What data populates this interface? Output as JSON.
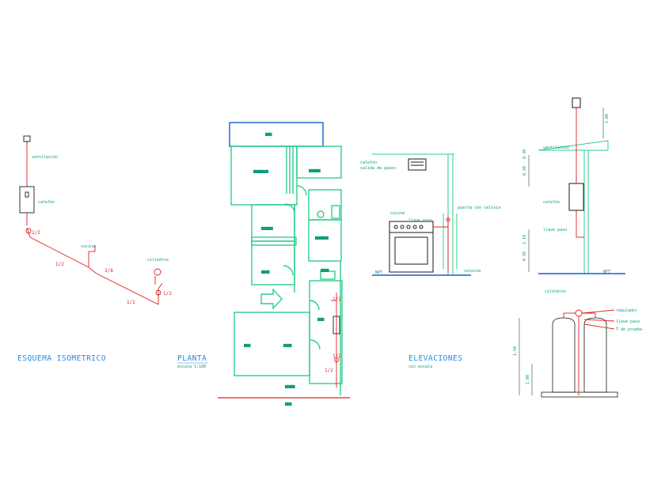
{
  "colors": {
    "background": "#ffffff",
    "wall": "#2bd08a",
    "gas_pipe": "#e02020",
    "label": "#0a9a7a",
    "title": "#2a8ae0",
    "outline": "#1a1a1a",
    "floor": "#1060d0"
  },
  "isometric": {
    "title": "ESQUEMA ISOMETRICO",
    "ventilation": "ventilación",
    "heater": "calefón",
    "kitchen": "cocina",
    "cylinders": "cilindros",
    "dim_1": "1/2",
    "dim_2": "1/2",
    "dim_3": "3/8",
    "dim_4": "1/2",
    "dim_5": "1/2"
  },
  "plan": {
    "title": "PLANTA",
    "scale": "escala 1:100",
    "pipe_dim_1": "1/2",
    "pipe_dim_2": "1/2",
    "pipe_dim_3": "1/2"
  },
  "elevations": {
    "title": "ELEVACIONES",
    "scale": "sin escala",
    "heater": "calefón",
    "combustion_exit": "salida de gases",
    "kitchen": "cocina",
    "gas_valve": "llave paso",
    "door_with_grille": "puerta con celosía",
    "floor_npt": "NPT",
    "grille": "celosía",
    "ventilation": "ventilación",
    "heater_2": "calefón",
    "gas_valve_2": "llave paso",
    "floor_npt_2": "NPT",
    "dim_top": "1.00",
    "dim_mid": "0.20 - 0.30",
    "dim_low": "0.50 - 1.10",
    "cylinders": "cilindros",
    "regulator": "regulador",
    "valve": "llave paso",
    "test_tee": "T de prueba",
    "dim_cyl_1": "1.50",
    "dim_cyl_2": "1.00"
  }
}
